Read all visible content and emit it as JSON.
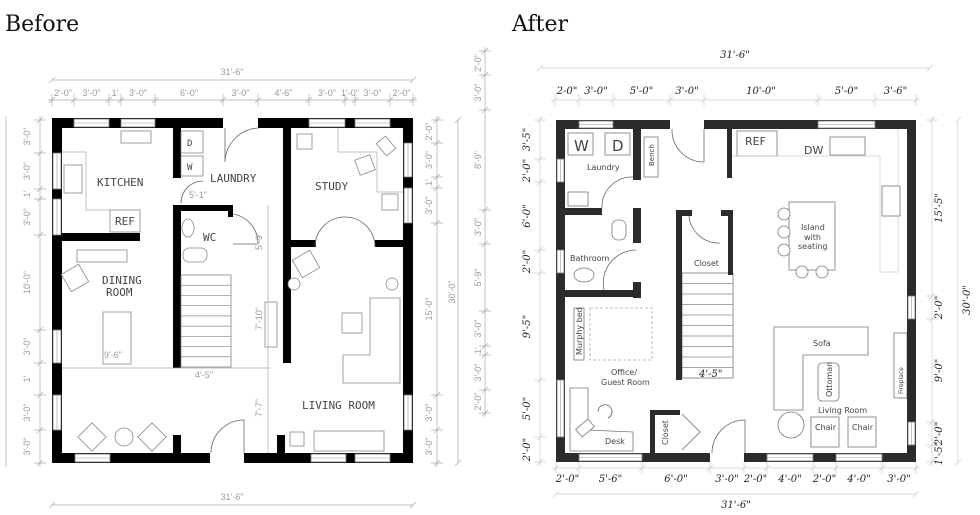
{
  "titles": {
    "before": "Before",
    "after": "After"
  },
  "before": {
    "total_width": "31'-6\"",
    "total_depth": "30'-0\"",
    "top_dims": [
      "2'-0\"",
      "3'-0\"",
      "1'",
      "3'-0\"",
      "6'-0\"",
      "3'-0\"",
      "4'-6\"",
      "3'-0\"",
      "1'-0\"",
      "3'-0\"",
      "2'-0\""
    ],
    "left_dims": [
      "3'-0\"",
      "3'-0\"",
      "1'",
      "3'-0\"",
      "10'-0\"",
      "3'-0\"",
      "1'",
      "3'-0\"",
      "3'-0\""
    ],
    "right_dims": [
      "2'-0\"",
      "3'-0\"",
      "1'",
      "3'-0\"",
      "15'-0\"",
      "3'-0\"",
      "3'-0\""
    ],
    "bottom_dims": [
      "2'-0\"",
      "3'-0\"",
      "8'-9\"",
      "3'-0\"",
      "5'-9\"",
      "3'-0\"",
      "1'",
      "3'-0\"",
      "2'-0\""
    ],
    "rooms": {
      "kitchen": "KITCHEN",
      "laundry": "LAUNDRY",
      "study": "STUDY",
      "wc": "WC",
      "dining": "DINING",
      "dining2": "ROOM",
      "living": "LIVING ROOM"
    },
    "fixtures": {
      "dryer": "D",
      "washer": "W",
      "ref": "REF"
    },
    "inner_dims": {
      "laundry_width": "5'-1\"",
      "wc_depth": "5'-9\"",
      "fireplace": "7'-10\"",
      "table": "9'-6\"",
      "stairs": "4'-5\"",
      "hall": "7'-7\""
    }
  },
  "after": {
    "total_width": "31'-6\"",
    "total_depth": "30'-0\"",
    "top_dims": [
      "2-0\"",
      "3'-0\"",
      "5'-0\"",
      "3'-0\"",
      "10'-0\"",
      "5'-0\"",
      "3'-6\""
    ],
    "left_dims": [
      "3'-5\"",
      "2'-0\"",
      "6'-0\"",
      "2'-0\"",
      "9'-5\"",
      "5'-0\"",
      "2'-0\""
    ],
    "right_dims": [
      "15'-5\"",
      "2'-0\"",
      "9'-0\"",
      "2'-0\"",
      "1'-5\""
    ],
    "bottom_dims": [
      "2'-0\"",
      "5'-6\"",
      "6'-0\"",
      "3'-0\"",
      "2'-0\"",
      "4'-0\"",
      "2'-0\"",
      "4'-0\"",
      "3'-0\""
    ],
    "labels": {
      "washer": "W",
      "dryer": "D",
      "laundry": "Laundry",
      "bench": "Bench",
      "ref": "REF",
      "dw": "DW",
      "island1": "Island",
      "island2": "with",
      "island3": "seating",
      "bathroom": "Bathroom",
      "closet": "Closet",
      "murphy": "Murphy bed",
      "office1": "Office/",
      "office2": "Guest Room",
      "stairs": "4'-5\"",
      "sofa": "Sofa",
      "ottoman": "Ottoman",
      "living": "Living Room",
      "chair1": "Chair",
      "chair2": "Chair",
      "fireplace": "Fireplace",
      "desk": "Desk",
      "closet2": "Closet"
    }
  },
  "colors": {
    "before_wall": "#000000",
    "after_wall": "#2b2b2b",
    "dim_before": "#9a9a9a",
    "dim_after": "#222222"
  }
}
